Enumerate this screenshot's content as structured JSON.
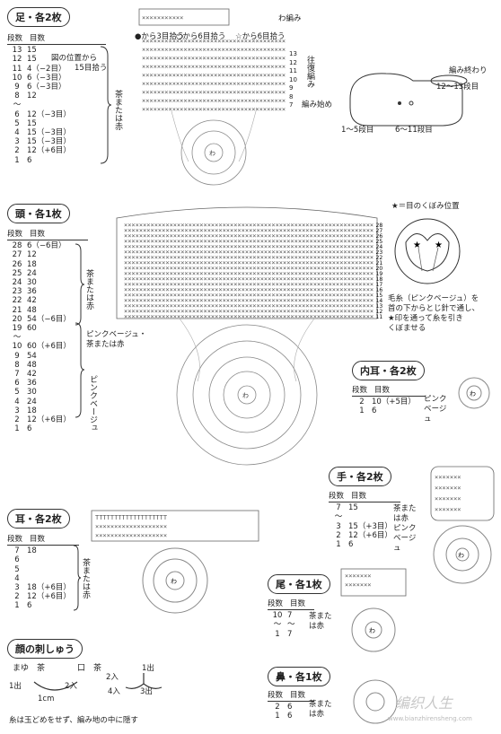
{
  "foot": {
    "title": "足・各2枚",
    "header": [
      "段数",
      "目数"
    ],
    "rows": [
      [
        "13",
        "15"
      ],
      [
        "12",
        "15"
      ],
      [
        "11",
        "4（−2目）"
      ],
      [
        "10",
        "6（−3目）"
      ],
      [
        "9",
        "6（−3目）"
      ],
      [
        "8",
        "12"
      ],
      [
        "〜",
        ""
      ],
      [
        "6",
        "12（−3目）"
      ],
      [
        "5",
        "15"
      ],
      [
        "4",
        "15（−3目）"
      ],
      [
        "3",
        "15（−3目）"
      ],
      [
        "2",
        "12（+6目）"
      ],
      [
        "1",
        "6"
      ]
    ],
    "side_note_1": "図の位置から",
    "side_note_2": "15目拾う",
    "color_note": "茶または赤",
    "pick_a": "●から3目拾う",
    "pick_b": "○から6目拾う",
    "pick_c": "☆から6目拾う",
    "wa_ami": "わ編み",
    "oufuku": "往復編み",
    "ami_owari": "編み終わり",
    "ami_hajime": "編み始め",
    "dan_a": "12〜13段目",
    "dan_b": "1〜5段目",
    "dan_c": "6〜11段目",
    "row_nums": [
      "13",
      "12",
      "11",
      "10",
      "9",
      "8",
      "7"
    ]
  },
  "head": {
    "title": "頭・各1枚",
    "header": [
      "段数",
      "目数"
    ],
    "rows": [
      [
        "28",
        "6（−6目）"
      ],
      [
        "27",
        "12"
      ],
      [
        "26",
        "18"
      ],
      [
        "25",
        "24"
      ],
      [
        "24",
        "30"
      ],
      [
        "23",
        "36"
      ],
      [
        "22",
        "42"
      ],
      [
        "21",
        "48"
      ],
      [
        "20",
        "54（−6目）"
      ],
      [
        "19",
        "60"
      ],
      [
        "〜",
        ""
      ],
      [
        "10",
        "60（+6目）"
      ],
      [
        "9",
        "54"
      ],
      [
        "8",
        "48"
      ],
      [
        "7",
        "42"
      ],
      [
        "6",
        "36"
      ],
      [
        "5",
        "30"
      ],
      [
        "4",
        "24"
      ],
      [
        "3",
        "18"
      ],
      [
        "2",
        "12（+6目）"
      ],
      [
        "1",
        "6"
      ]
    ],
    "color_top": "茶または赤",
    "color_bottom_1": "ピンクベージュ・",
    "color_bottom_2": "茶または赤",
    "color_pink": "ピンクベージュ",
    "eye_note": "★＝目のくぼみ位置",
    "sew_1": "毛糸（ピンクベージュ）を",
    "sew_2": "首の下からとじ針で通し、",
    "sew_3": "★印を通って糸を引き",
    "sew_4": "くぼませる",
    "row_nums": [
      "28",
      "27",
      "26",
      "25",
      "24",
      "23",
      "22",
      "21",
      "20",
      "19",
      "18",
      "17",
      "16",
      "15",
      "14",
      "13",
      "12",
      "11"
    ]
  },
  "inner_ear": {
    "title": "内耳・各2枚",
    "header": [
      "段数",
      "目数"
    ],
    "rows": [
      [
        "2",
        "10（+5目）"
      ],
      [
        "1",
        "6"
      ]
    ],
    "color": "ピンクベージュ"
  },
  "hand": {
    "title": "手・各2枚",
    "header": [
      "段数",
      "目数"
    ],
    "rows": [
      [
        "7",
        "15"
      ],
      [
        "〜",
        ""
      ],
      [
        "3",
        "15（+3目）"
      ],
      [
        "2",
        "12（+6目）"
      ],
      [
        "1",
        "6"
      ]
    ],
    "color_a": "茶または赤",
    "color_b": "ピンクベージュ"
  },
  "ear": {
    "title": "耳・各2枚",
    "header": [
      "段数",
      "目数"
    ],
    "rows": [
      [
        "7",
        "18"
      ],
      [
        "6",
        ""
      ],
      [
        "5",
        ""
      ],
      [
        "4",
        ""
      ],
      [
        "3",
        "18（+6目）"
      ],
      [
        "2",
        "12（+6目）"
      ],
      [
        "1",
        "6"
      ]
    ],
    "color": "茶または赤"
  },
  "tail": {
    "title": "尾・各1枚",
    "header": [
      "段数",
      "目数"
    ],
    "rows": [
      [
        "10",
        "7"
      ],
      [
        "〜",
        "〜"
      ],
      [
        "1",
        "7"
      ]
    ],
    "color": "茶または赤"
  },
  "nose": {
    "title": "鼻・各1枚",
    "header": [
      "段数",
      "目数"
    ],
    "rows": [
      [
        "2",
        "6"
      ],
      [
        "1",
        "6"
      ]
    ],
    "color": "茶または赤"
  },
  "face": {
    "title": "顔の刺しゅう",
    "mayu": "まゆ",
    "cha1": "茶",
    "kuchi": "口",
    "cha2": "茶",
    "p1": "1出",
    "p2": "2入",
    "p3": "3出",
    "p4": "4入",
    "p1b": "1出",
    "p2b": "2入",
    "cm": "1cm",
    "bottom_note": "糸は玉どめをせず、編み地の中に隠す"
  },
  "watermark": "编织人生",
  "watermark_url": "www.bianzhirensheng.com"
}
